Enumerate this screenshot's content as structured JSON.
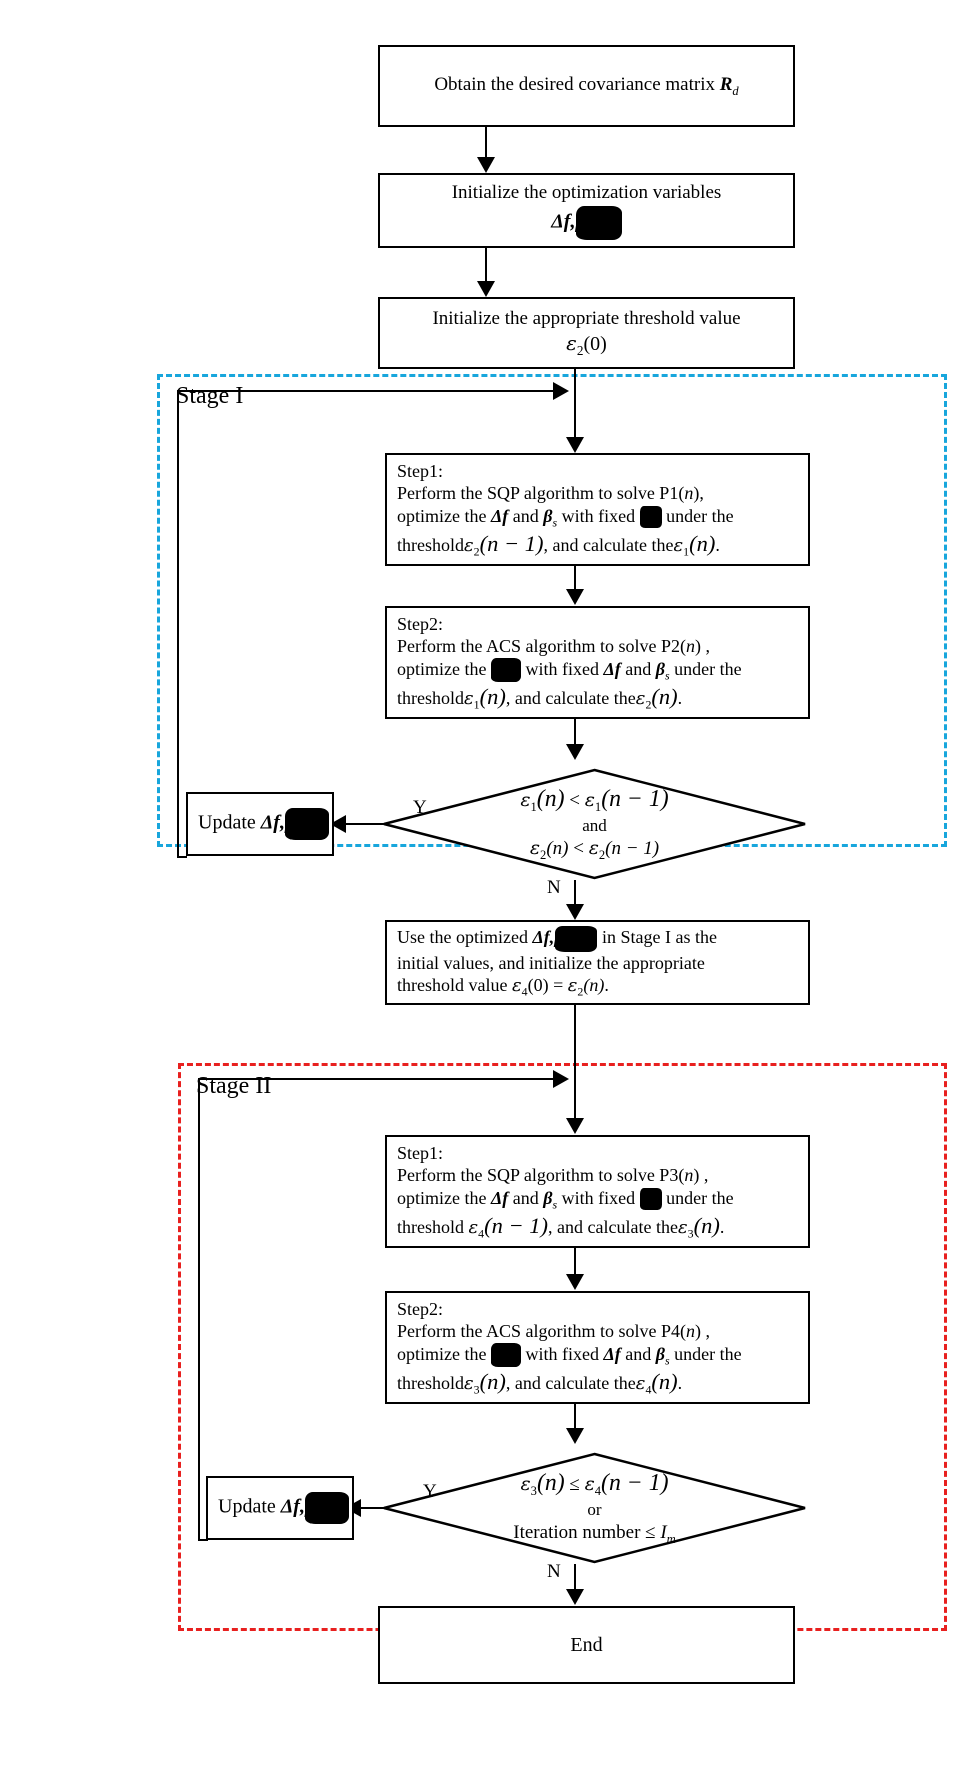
{
  "diagram": {
    "title": "Two-stage optimization algorithm flowchart",
    "colors": {
      "stage1_border": "#18a6dc",
      "stage2_border": "#e8201f",
      "line": "#000000",
      "background": "#ffffff"
    },
    "stages": [
      {
        "id": "stage1",
        "label": "Stage I",
        "border_color": "#18a6dc",
        "border_style": "dashed"
      },
      {
        "id": "stage2",
        "label": "Stage II",
        "border_color": "#e8201f",
        "border_style": "dashed"
      }
    ],
    "edge_labels": {
      "yes1": "Y",
      "no1": "N",
      "yes2": "Y",
      "no2": "N"
    },
    "nodes": {
      "start": {
        "shape": "process",
        "lines": [
          "Obtain the desired covariance matrix R_d"
        ],
        "text_plain": "Obtain the desired covariance matrix Rd",
        "line1_a": "Obtain the desired covariance matrix ",
        "line1_sym": "R",
        "line1_sub": "d"
      },
      "init_vars": {
        "shape": "process",
        "line1": "Initialize the optimization variables",
        "line2_a": "Δf",
        "line2_sep": ",",
        "line2_b": "β",
        "line2_redacted": true
      },
      "init_threshold": {
        "shape": "process",
        "line1": "Initialize the appropriate threshold value",
        "line2_sym": "ε",
        "line2_sub": "2",
        "line2_arg": "(0)"
      },
      "s1_step1": {
        "shape": "process",
        "l1": "Step1:",
        "l2_a": "Perform the SQP algorithm to solve P1(",
        "l2_n": "n",
        "l2_b": "),",
        "l3_a": "optimize the ",
        "l3_df": "Δf",
        "l3_b": " and ",
        "l3_beta": "β",
        "l3_betasub": "s",
        "l3_c": " with fixed ",
        "l3_redacted": true,
        "l3_d": " under the",
        "l4_a": "threshold",
        "l4_eps": "ε",
        "l4_epssub": "2",
        "l4_arg": "(n − 1)",
        "l4_b": ", and calculate the",
        "l4_eps2": "ε",
        "l4_eps2sub": "1",
        "l4_arg2": "(n)",
        "l4_c": "."
      },
      "s1_step2": {
        "shape": "process",
        "l1": "Step2:",
        "l2_a": "Perform the ACS algorithm to solve P2(",
        "l2_n": "n",
        "l2_b": ") ,",
        "l3_a": "optimize the ",
        "l3_redacted": true,
        "l3_b": " with fixed ",
        "l3_df": "Δf",
        "l3_c": " and ",
        "l3_beta": "β",
        "l3_betasub": "s",
        "l3_d": " under the",
        "l4_a": "threshold",
        "l4_eps": "ε",
        "l4_epssub": "1",
        "l4_arg": "(n)",
        "l4_b": ", and calculate the",
        "l4_eps2": "ε",
        "l4_eps2sub": "2",
        "l4_arg2": "(n)",
        "l4_c": "."
      },
      "s1_decision": {
        "shape": "diamond",
        "l1_epsA": "ε",
        "l1_epsAsub": "1",
        "l1_argA": "(n)",
        "l1_op": "<",
        "l1_epsB": "ε",
        "l1_epsBsub": "1",
        "l1_argB": "(n − 1)",
        "l2": "and",
        "l3_epsA": "ε",
        "l3_epsAsub": "2",
        "l3_argA": "(n)",
        "l3_op": "<",
        "l3_epsB": "ε",
        "l3_epsBsub": "2",
        "l3_argB": "(n − 1)"
      },
      "s1_update": {
        "shape": "process",
        "label": "Update ",
        "df": "Δf",
        "sep": ",",
        "beta": "β",
        "redacted": true
      },
      "transfer": {
        "shape": "process",
        "l1_a": "Use the optimized ",
        "l1_df": "Δf",
        "l1_sep": ",",
        "l1_beta": "β",
        "l1_redacted": true,
        "l1_b": " in Stage I as the",
        "l2": "initial values, and initialize the appropriate",
        "l3_a": "threshold value ",
        "l3_eps": "ε",
        "l3_epssub": "4",
        "l3_arg": "(0)",
        "l3_eq": " = ",
        "l3_eps2": "ε",
        "l3_eps2sub": "2",
        "l3_arg2": "(n)",
        "l3_b": "."
      },
      "s2_step1": {
        "shape": "process",
        "l1": "Step1:",
        "l2_a": "Perform the SQP algorithm to solve P3(",
        "l2_n": "n",
        "l2_b": ") ,",
        "l3_a": "optimize the ",
        "l3_df": "Δf",
        "l3_b": " and ",
        "l3_beta": "β",
        "l3_betasub": "s",
        "l3_c": " with fixed ",
        "l3_redacted": true,
        "l3_d": " under the",
        "l4_a": "threshold ",
        "l4_eps": "ε",
        "l4_epssub": "4",
        "l4_arg": "(n − 1)",
        "l4_b": ", and calculate the",
        "l4_eps2": "ε",
        "l4_eps2sub": "3",
        "l4_arg2": "(n)",
        "l4_c": "."
      },
      "s2_step2": {
        "shape": "process",
        "l1": "Step2:",
        "l2_a": "Perform the ACS algorithm to solve P4(",
        "l2_n": "n",
        "l2_b": ") ,",
        "l3_a": "optimize the ",
        "l3_redacted": true,
        "l3_b": " with fixed ",
        "l3_df": "Δf",
        "l3_c": " and ",
        "l3_beta": "β",
        "l3_betasub": "s",
        "l3_d": " under the",
        "l4_a": "threshold",
        "l4_eps": "ε",
        "l4_epssub": "3",
        "l4_arg": "(n)",
        "l4_b": ", and calculate the",
        "l4_eps2": "ε",
        "l4_eps2sub": "4",
        "l4_arg2": "(n)",
        "l4_c": "."
      },
      "s2_decision": {
        "shape": "diamond",
        "l1_epsA": "ε",
        "l1_epsAsub": "3",
        "l1_argA": "(n)",
        "l1_op": "≤",
        "l1_epsB": "ε",
        "l1_epsBsub": "4",
        "l1_argB": "(n − 1)",
        "l2": "or",
        "l3_a": "Iteration number ≤ ",
        "l3_sym": "I",
        "l3_sub": "m"
      },
      "s2_update": {
        "shape": "process",
        "label": "Update ",
        "df": "Δf",
        "sep": ",",
        "beta": "β",
        "redacted": true
      },
      "end": {
        "shape": "terminal",
        "label": "End"
      }
    }
  }
}
